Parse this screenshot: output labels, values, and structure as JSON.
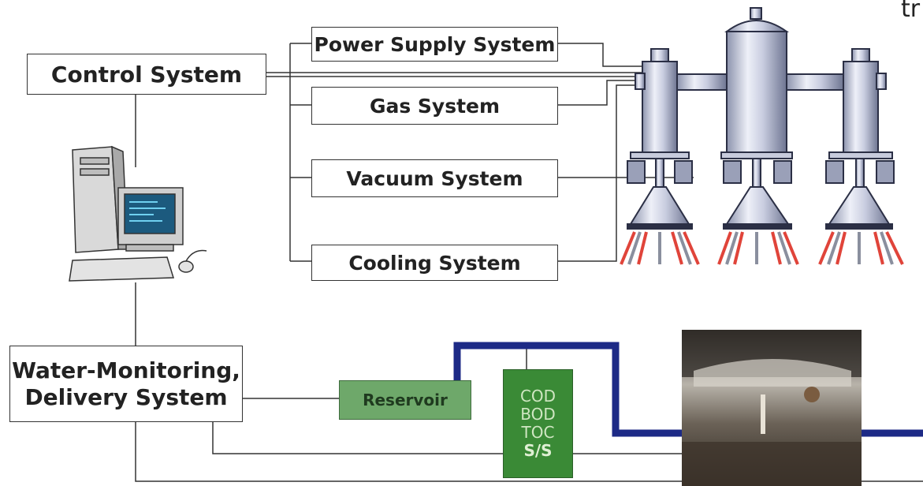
{
  "corner_text": "tr",
  "control_system": "Control System",
  "subsystems": {
    "power": "Power Supply System",
    "gas": "Gas System",
    "vacuum": "Vacuum System",
    "cooling": "Cooling System"
  },
  "water_monitoring": {
    "line1": "Water-Monitoring,",
    "line2": "Delivery System"
  },
  "reservoir": "Reservoir",
  "analyzer": [
    "COD",
    "BOD",
    "TOC",
    "S/S"
  ],
  "colors": {
    "pipe": "#1d2a86",
    "reservoir": "#6ea86a",
    "analyzer": "#3a8a36"
  }
}
